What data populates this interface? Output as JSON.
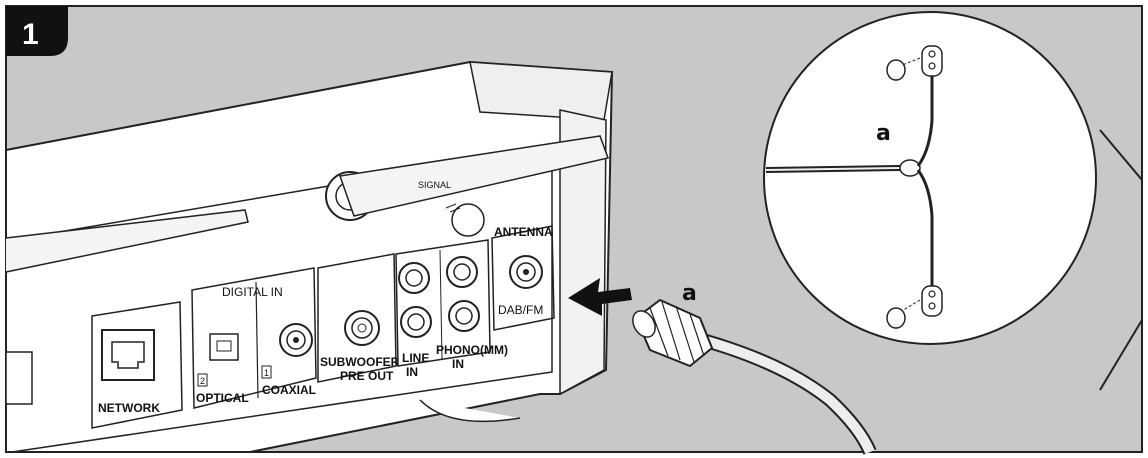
{
  "step": {
    "number": "1"
  },
  "panel": {
    "digital_in": "DIGITAL IN",
    "optical": "OPTICAL",
    "optical_num": "2",
    "coaxial": "COAXIAL",
    "coaxial_num": "1",
    "network": "NETWORK",
    "subwoofer_line1": "SUBWOOFER",
    "subwoofer_line2": "PRE OUT",
    "line_in_line1": "LINE",
    "line_in_line2": "IN",
    "phono_line1": "PHONO(MM)",
    "phono_line2": "IN",
    "antenna": "ANTENNA",
    "dab_fm": "DAB/FM",
    "signal": "SIGNAL"
  },
  "callouts": {
    "cable": "a",
    "zoom": "a"
  }
}
